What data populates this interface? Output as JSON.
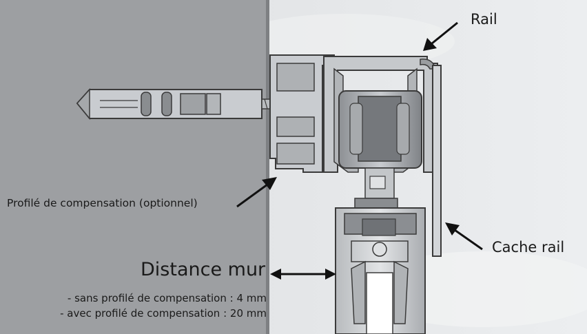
{
  "labels": {
    "rail": "Rail",
    "compensation_profile": "Profilé de compensation (optionnel)",
    "cache_rail": "Cache rail",
    "distance_mur": "Distance mur"
  },
  "notes": {
    "without_profile": "- sans profilé de compensation : 4 mm",
    "with_profile": "- avec profilé de compensation : 20 mm"
  },
  "colors": {
    "wall": "#9d9fa2",
    "background": "#e4e6e8",
    "metal": "#c6c9cc",
    "outline": "#3a3a3a",
    "dark_part": "#6f7276"
  }
}
